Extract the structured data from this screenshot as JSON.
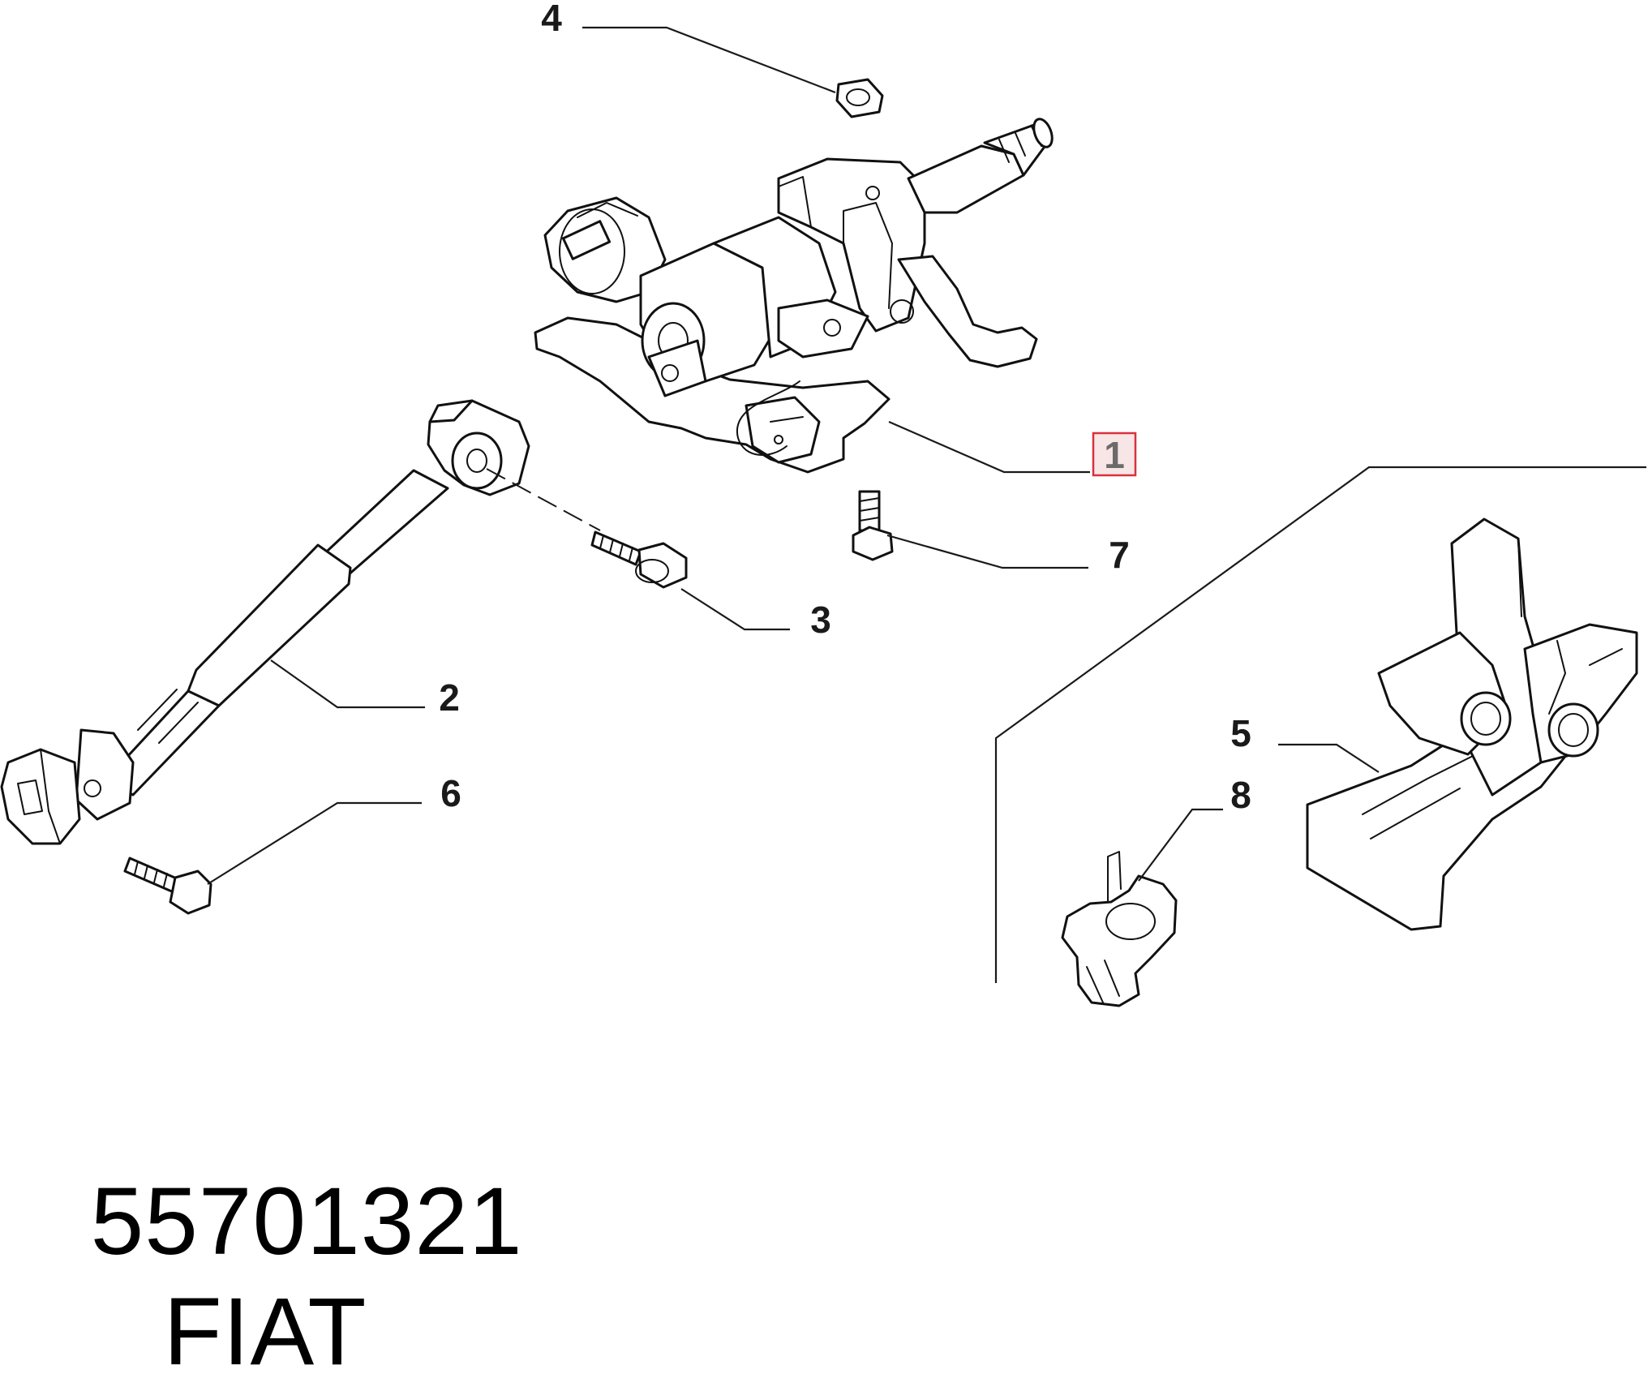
{
  "callouts": {
    "c1": "1",
    "c2": "2",
    "c3": "3",
    "c4": "4",
    "c5": "5",
    "c6": "6",
    "c7": "7",
    "c8": "8"
  },
  "highlight_color": "#d9313b",
  "caption": {
    "part_number": "55701321",
    "brand": "FIAT"
  }
}
